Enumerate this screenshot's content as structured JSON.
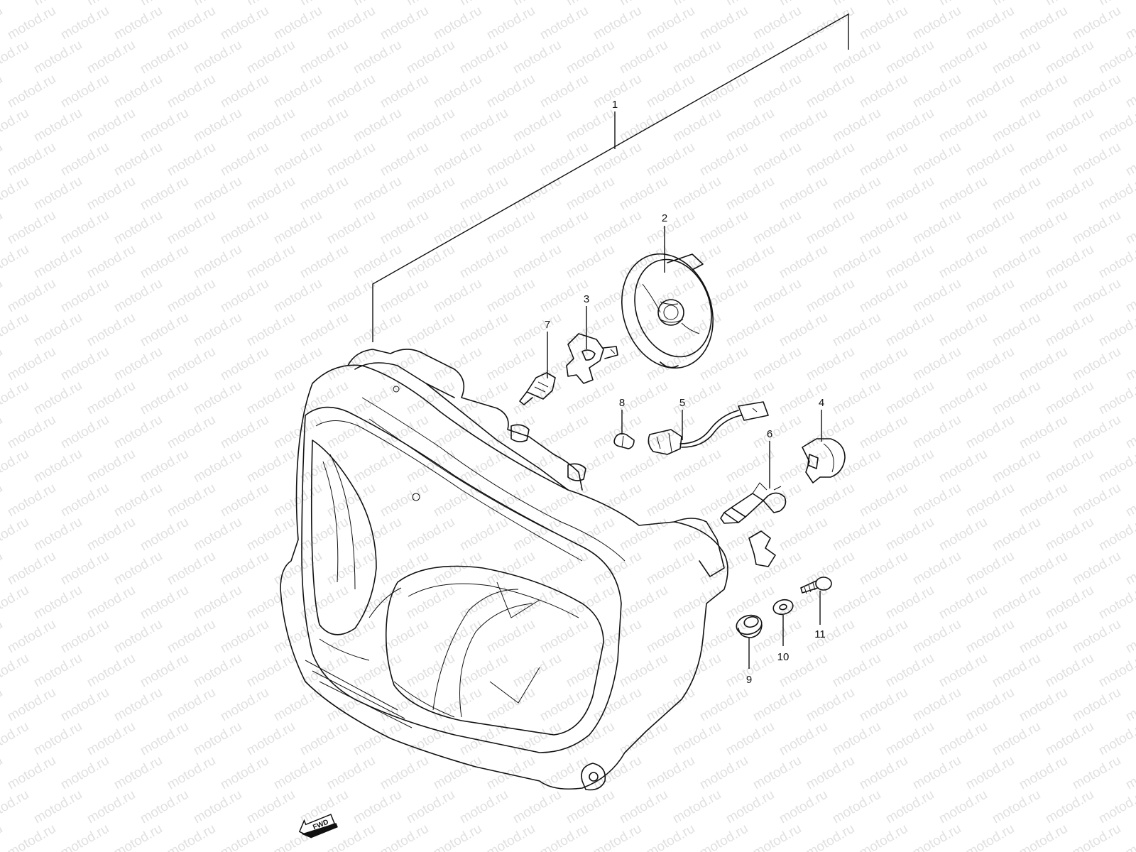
{
  "watermark": "motod.ru",
  "fwd_label": "FWD",
  "callouts": [
    {
      "id": "1",
      "label": "1",
      "part": "headlight-assembly"
    },
    {
      "id": "2",
      "label": "2",
      "part": "socket-cover"
    },
    {
      "id": "3",
      "label": "3",
      "part": "bulb-holder"
    },
    {
      "id": "4",
      "label": "4",
      "part": "bulb-socket"
    },
    {
      "id": "5",
      "label": "5",
      "part": "position-lamp-socket-cord"
    },
    {
      "id": "6",
      "label": "6",
      "part": "headlight-bulb"
    },
    {
      "id": "7",
      "label": "7",
      "part": "small-bulb"
    },
    {
      "id": "8",
      "label": "8",
      "part": "position-bulb"
    },
    {
      "id": "9",
      "label": "9",
      "part": "grommet"
    },
    {
      "id": "10",
      "label": "10",
      "part": "washer"
    },
    {
      "id": "11",
      "label": "11",
      "part": "screw"
    }
  ]
}
